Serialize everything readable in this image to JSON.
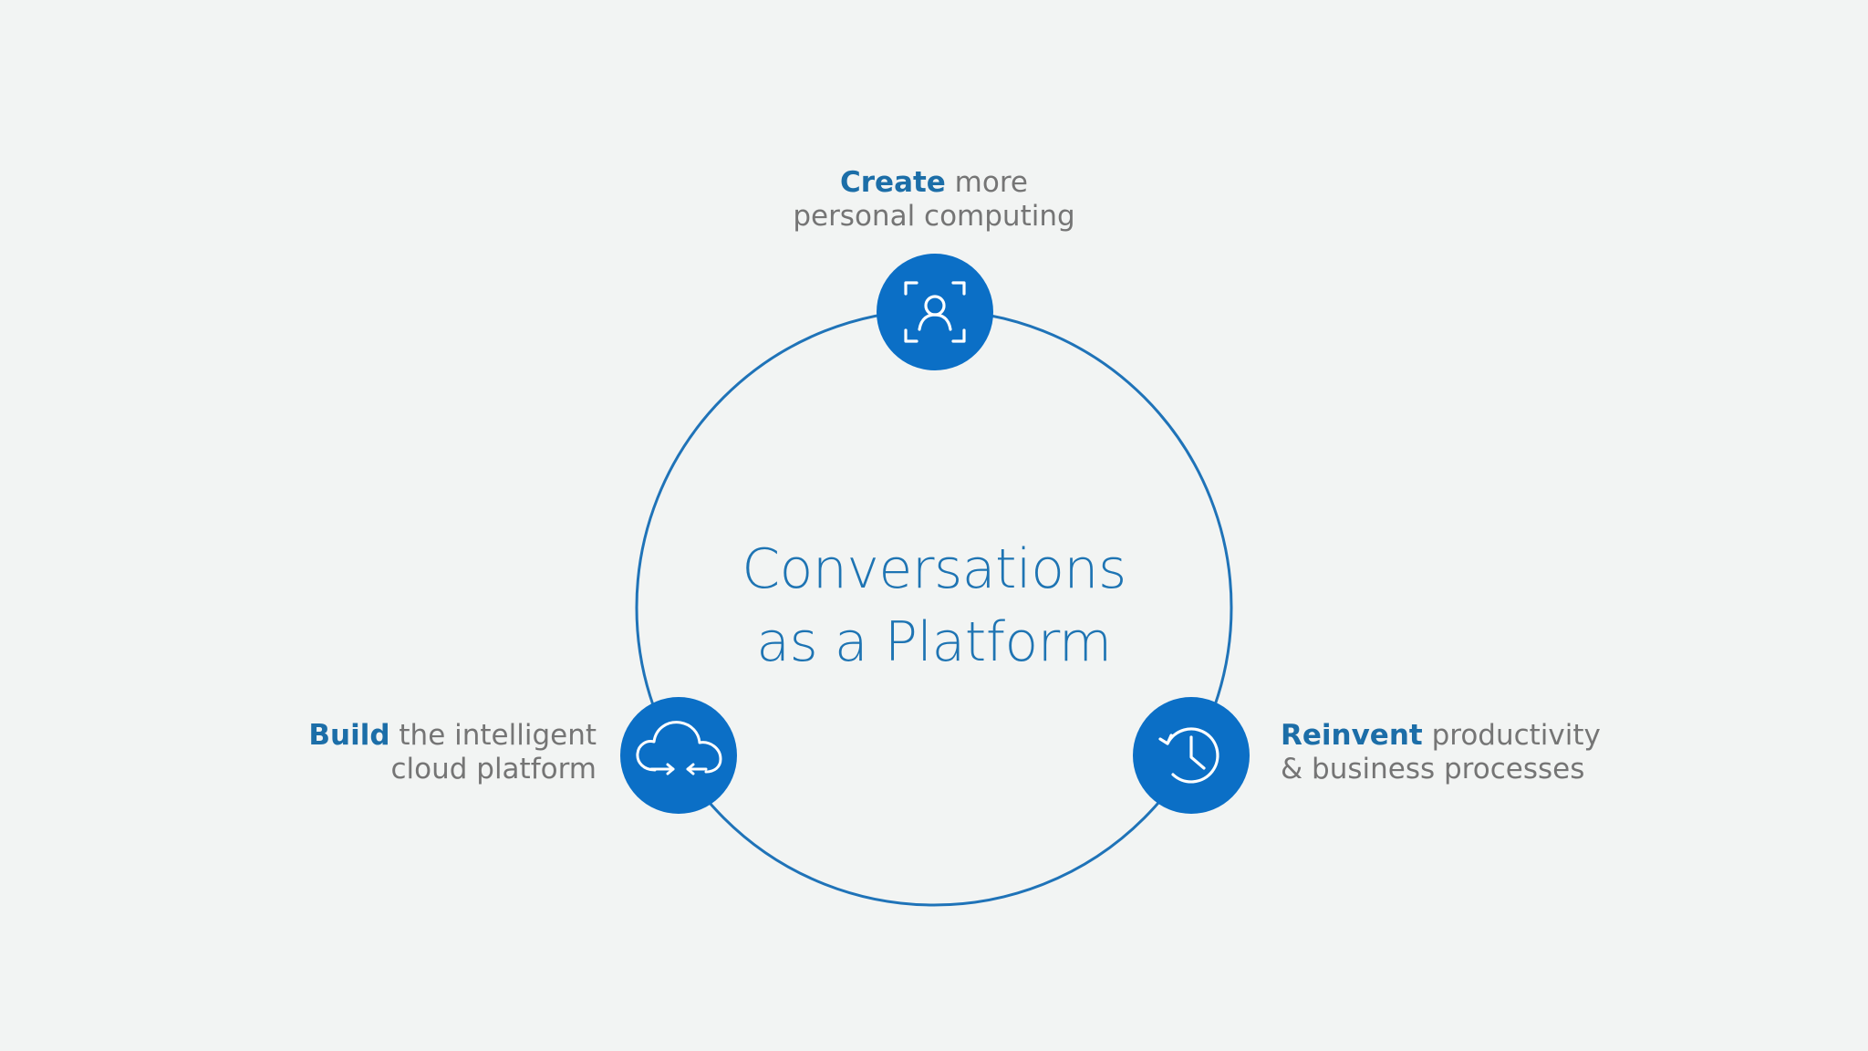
{
  "center": {
    "line1": "Conversations",
    "line2": "as a Platform"
  },
  "nodes": {
    "top": {
      "bold": "Create",
      "rest": " more",
      "line2": "personal computing",
      "icon": "person-scan-icon"
    },
    "left": {
      "bold": "Build",
      "rest": " the intelligent",
      "line2": "cloud platform",
      "icon": "cloud-sync-icon"
    },
    "right": {
      "bold": "Reinvent",
      "rest": " productivity",
      "line2": "& business processes",
      "icon": "history-clock-icon"
    }
  },
  "colors": {
    "accent": "#1e74b3",
    "node_fill": "#0b6fc6",
    "ring": "#1f73b8",
    "label_gray": "#757575",
    "background": "#f2f4f3"
  }
}
